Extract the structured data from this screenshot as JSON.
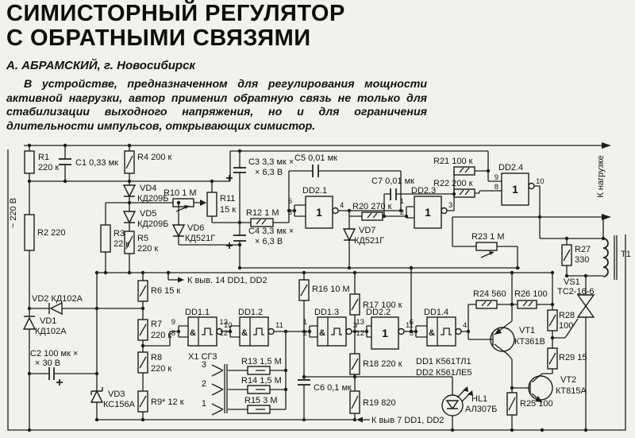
{
  "header": {
    "title1": "СИМИСТОРНЫЙ РЕГУЛЯТОР",
    "title2": "С ОБРАТНЫМИ СВЯЗЯМИ",
    "author": "А.  АБРАМСКИЙ, г. Новосибирск",
    "intro": "В устройстве, предназначенном для регулирования мощности активной нагрузки, автор применил обратную связь не только для стабилизации выходного напряжения, но и для ограничения длительности импульсов, открывающих симистор."
  },
  "sch": {
    "mains": "~ 220 В",
    "load": "К нагрузке",
    "pin14": "К выв. 14 DD1, DD2",
    "pin7": "К выв 7 DD1, DD2",
    "note1": "DD1 К561ТЛ1",
    "note2": "DD2 К561ЛЕ5",
    "r1": "R1",
    "r1v": "220 к",
    "r2": "R2 220",
    "r3": "R3",
    "r3v": "22 к",
    "r4": "R4 200 к",
    "r5": "R5",
    "r5v": "220 к",
    "r6": "R6 15 к",
    "r7": "R7",
    "r7v": "220 к",
    "r8": "R8",
    "r8v": "220 к",
    "r9": "R9* 12 к",
    "r10": "R10 1 М",
    "r11": "R11",
    "r11v": "15 к",
    "r12": "R12 1 М",
    "r13": "R13 1,5 М",
    "r14": "R14 1,5 М",
    "r15": "R15 3 М",
    "r16": "R16 10 М",
    "r17": "R17 100 к",
    "r18": "R18 220 к",
    "r19": "R19 820",
    "r20": "R20 270 к",
    "r21": "R21 100 к",
    "r22": "R22 200 к",
    "r23": "R23 1 М",
    "r24": "R24 560",
    "r25": "R25 100",
    "r26": "R26 100",
    "r27": "R27",
    "r27v": "330",
    "r28": "R28",
    "r28v": "100",
    "r29": "R29 15",
    "c1": "C1 0,33 мк",
    "c2a": "C2 100 мк ×",
    "c2b": "× 30 В",
    "c3a": "C3 3,3 мк ×",
    "c3b": "× 6,3 В",
    "c4a": "C4 3,3 мк ×",
    "c4b": "× 6,3 В",
    "c5": "C5 0,01 мк",
    "c6": "С6 0,1 мк",
    "c7": "С7 0,01 мк",
    "vd1": "VD1",
    "vd1t": "КД102А",
    "vd2": "VD2 КД102А",
    "vd3": "VD3",
    "vd3t": "КС156А",
    "vd4": "VD4",
    "vd4t": "КД209Б",
    "vd5": "VD5",
    "vd5t": "КД209Б",
    "vd6": "VD6",
    "vd6t": "КД521Г",
    "vd7": "VD7",
    "vd7t": "КД521Г",
    "vt1": "VT1",
    "vt1t": "КТ361В",
    "vt2": "VT2",
    "vt2t": "КТ815А",
    "vs1": "VS1",
    "vs1t": "ТС2-16-6",
    "hl1": "HL1",
    "hl1t": "АЛ307Б",
    "t1": "T1",
    "x1": "Х1 СГ3",
    "dd11": "DD1.1",
    "dd12": "DD1.2",
    "dd13": "DD1.3",
    "dd14": "DD1.4",
    "dd21": "DD2.1",
    "dd22": "DD2.2",
    "dd23": "DD2.3",
    "dd24": "DD2.4",
    "amp": "&",
    "one": "1",
    "p1": "1",
    "p2": "2",
    "p3": "3",
    "p4": "4",
    "p5": "5",
    "p6": "6",
    "p8": "8",
    "p9": "9",
    "p10": "10",
    "p11": "11",
    "p12": "12",
    "p13": "13"
  }
}
